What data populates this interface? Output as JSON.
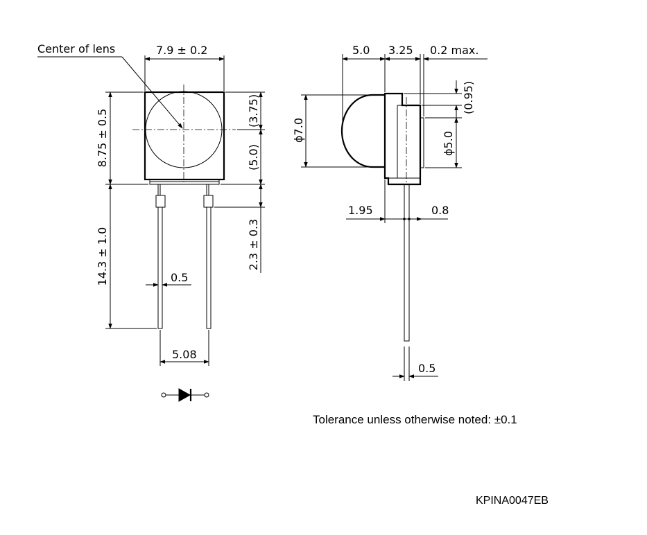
{
  "labels": {
    "center_of_lens": "Center of lens",
    "width_top": "7.9 ± 0.2",
    "height_body": "8.75 ± 0.5",
    "dim_375": "(3.75)",
    "dim_50_paren": "(5.0)",
    "lead_length": "14.3 ± 1.0",
    "standoff": "2.3 ± 0.3",
    "lead_width": "0.5",
    "pitch": "5.08",
    "side_50": "5.0",
    "side_325": "3.25",
    "side_02max": "0.2 max.",
    "side_095": "(0.95)",
    "dia_70": "ϕ7.0",
    "dia_50": "ϕ5.0",
    "lead_offset_195": "1.95",
    "lead_offset_08": "0.8",
    "side_lead_width": "0.5"
  },
  "notes": {
    "tolerance": "Tolerance unless otherwise noted: ±0.1",
    "part_code": "KPINA0047EB"
  },
  "colors": {
    "line": "#000000",
    "background": "#ffffff"
  }
}
